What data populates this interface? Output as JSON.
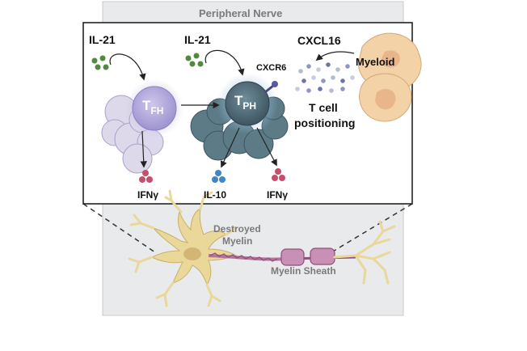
{
  "header": {
    "title": "Peripheral Nerve"
  },
  "labels": {
    "il21_left": "IL-21",
    "il21_center": "IL-21",
    "tfh_main": "T",
    "tfh_sub": "FH",
    "tph_main": "T",
    "tph_sub": "PH",
    "cxcr6": "CXCR6",
    "cxcl16": "CXCL16",
    "myeloid": "Myeloid",
    "t_cell_positioning_line1": "T cell",
    "t_cell_positioning_line2": "positioning",
    "ifng_left": "IFNγ",
    "il10": "IL-10",
    "ifng_right": "IFNγ",
    "destroyed_line1": "Destroyed",
    "destroyed_line2": "Myelin",
    "myelin_sheath": "Myelin Sheath"
  },
  "colors": {
    "nerve_panel": "#e9eaeb",
    "tfh_cell": "#ddd8ea",
    "tph_cell": "#5c7b87",
    "il21_dot": "#4f8a3f",
    "ifng_dot": "#c84d6a",
    "il10_dot": "#3f86c8",
    "cxcl16_dot": "#6d76a8",
    "myeloid_cell": "#f2d2a6",
    "neuron": "#ead79a",
    "myelin": "#b7729c"
  }
}
